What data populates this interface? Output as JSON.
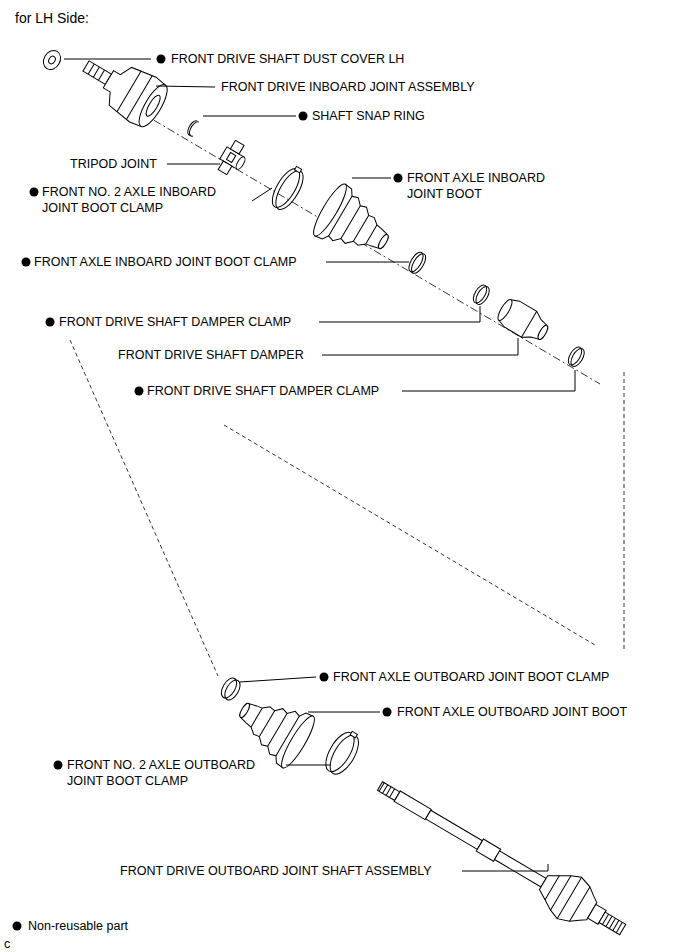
{
  "diagram": {
    "title": "for LH Side:",
    "labels": [
      "FRONT DRIVE SHAFT DUST COVER LH",
      "FRONT DRIVE INBOARD JOINT ASSEMBLY",
      "SHAFT SNAP RING",
      "TRIPOD JOINT",
      "FRONT NO. 2 AXLE INBOARD JOINT BOOT CLAMP",
      "FRONT AXLE INBOARD JOINT BOOT",
      "FRONT AXLE INBOARD JOINT BOOT CLAMP",
      "FRONT DRIVE SHAFT DAMPER CLAMP",
      "FRONT DRIVE SHAFT DAMPER",
      "FRONT DRIVE SHAFT DAMPER CLAMP",
      "FRONT AXLE OUTBOARD JOINT BOOT CLAMP",
      "FRONT AXLE OUTBOARD JOINT BOOT",
      "FRONT NO. 2 AXLE OUTBOARD JOINT BOOT CLAMP",
      "FRONT DRIVE OUTBOARD JOINT SHAFT ASSEMBLY",
      "c"
    ],
    "legend": [
      {
        "text": "Non-reusable part"
      }
    ]
  }
}
